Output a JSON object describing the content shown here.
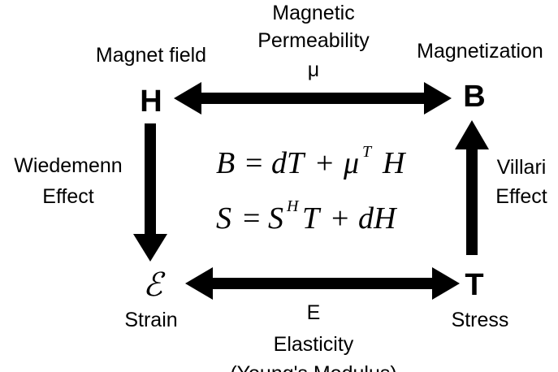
{
  "nodes": {
    "top_left": {
      "symbol": "H",
      "label": "Magnet field"
    },
    "top_right": {
      "symbol": "B",
      "label": "Magnetization"
    },
    "bottom_left": {
      "symbol": "ℰ",
      "label": "Strain"
    },
    "bottom_right": {
      "symbol": "T",
      "label": "Stress"
    }
  },
  "edges": {
    "top": {
      "lines": [
        "Magnetic",
        "Permeability",
        "μ"
      ]
    },
    "left": {
      "lines": [
        "Wiedemenn",
        "Effect"
      ]
    },
    "right": {
      "lines": [
        "Villari",
        "Effect"
      ]
    },
    "bottom": {
      "lines": [
        "E",
        "Elasticity",
        "(Young's Modulus)"
      ]
    }
  },
  "equations": {
    "eq1": {
      "lhs": "B",
      "eq": "=",
      "t1": "dT",
      "plus": "+",
      "t2a": "μ",
      "t2sup": "T",
      "t2b": "H"
    },
    "eq2": {
      "lhs": "S",
      "eq": "=",
      "t1a": "S",
      "t1sup": "H",
      "t1b": "T",
      "plus": "+",
      "t2": "dH"
    }
  },
  "colors": {
    "ink": "#000000",
    "background": "#ffffff"
  }
}
